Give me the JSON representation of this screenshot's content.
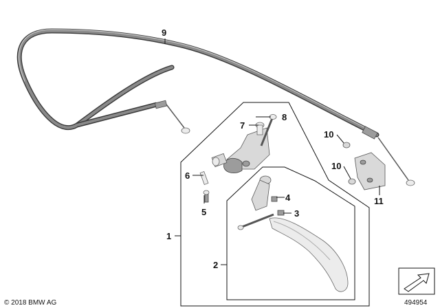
{
  "parts": [
    {
      "id": "part-1",
      "label": "1"
    },
    {
      "id": "part-2",
      "label": "2"
    },
    {
      "id": "part-3",
      "label": "3"
    },
    {
      "id": "part-4",
      "label": "4"
    },
    {
      "id": "part-5",
      "label": "5"
    },
    {
      "id": "part-6",
      "label": "6"
    },
    {
      "id": "part-7",
      "label": "7"
    },
    {
      "id": "part-8",
      "label": "8"
    },
    {
      "id": "part-9",
      "label": "9"
    },
    {
      "id": "part-10a",
      "label": "10"
    },
    {
      "id": "part-10b",
      "label": "10"
    },
    {
      "id": "part-11",
      "label": "11"
    }
  ],
  "footer": {
    "copyright": "© 2018 BMW AG",
    "diagram_number": "494954"
  }
}
